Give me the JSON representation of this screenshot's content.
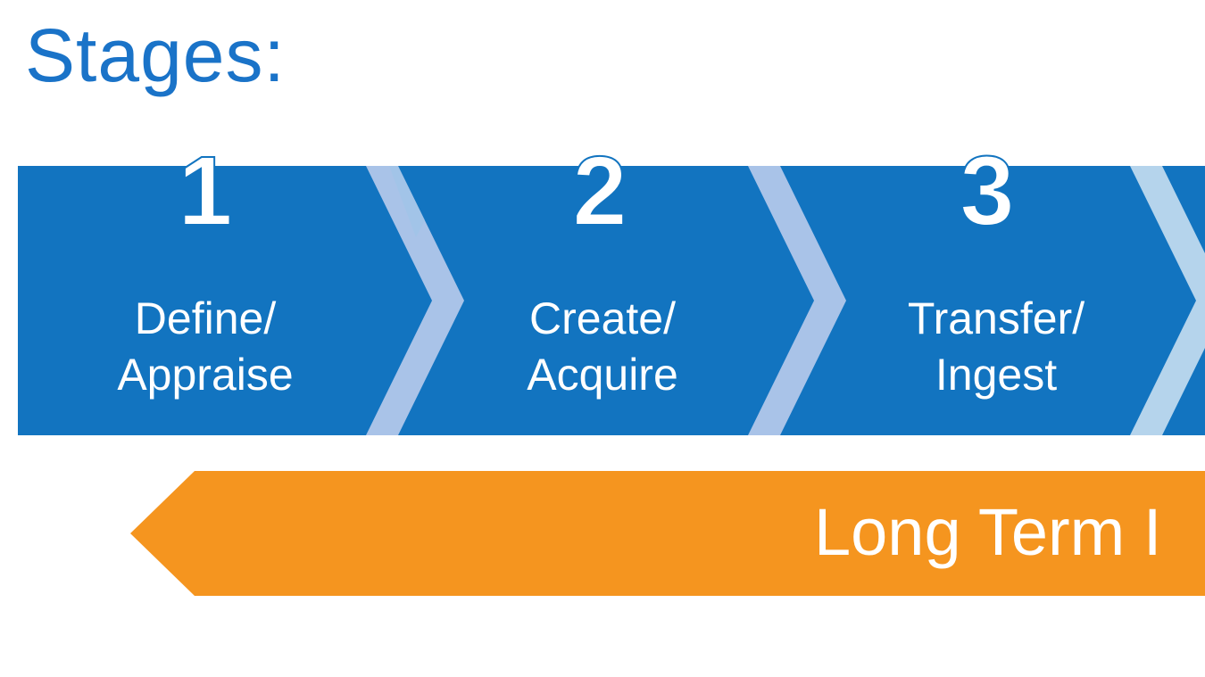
{
  "heading": "Stages:",
  "stages": [
    {
      "number": "1",
      "line1": "Define/",
      "line2": "Appraise"
    },
    {
      "number": "2",
      "line1": "Create/",
      "line2": "Acquire"
    },
    {
      "number": "3",
      "line1": "Transfer/",
      "line2": "Ingest"
    }
  ],
  "arrow": {
    "label": "Long Term I"
  },
  "colors": {
    "heading": "#1a73c8",
    "band": "#1274c0",
    "chevron": "#a9c3e8",
    "arrow": "#f5951f",
    "text": "#ffffff"
  }
}
